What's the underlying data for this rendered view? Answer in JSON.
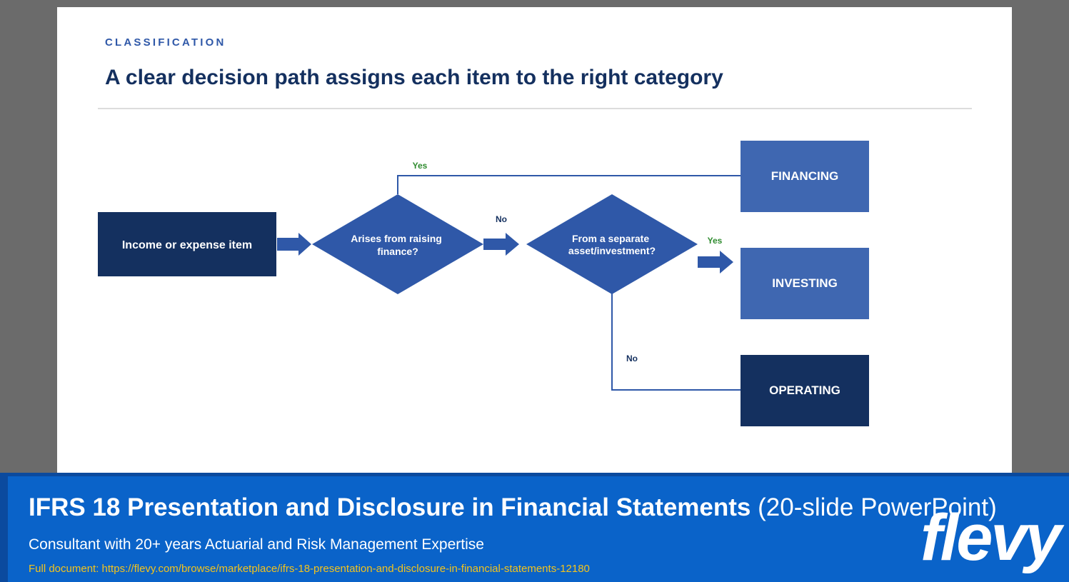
{
  "slide": {
    "eyebrow": "CLASSIFICATION",
    "title": "A clear decision path assigns each item to the right category"
  },
  "flow": {
    "start": "Income or expense item",
    "decision1": [
      "Arises from raising",
      "finance?"
    ],
    "decision2": [
      "From a separate",
      "asset/investment?"
    ],
    "labels": {
      "yes1": "Yes",
      "no1": "No",
      "yes2": "Yes",
      "no2": "No"
    },
    "outcomes": {
      "financing": "FINANCING",
      "investing": "INVESTING",
      "operating": "OPERATING"
    }
  },
  "colors": {
    "navy": "#14305f",
    "blue": "#2f58a8",
    "outcome_blue": "#3f67b1",
    "yes_green": "#2e8b2e"
  },
  "banner": {
    "title_bold": "IFRS 18 Presentation and Disclosure in Financial Statements",
    "title_light": "(20-slide PowerPoint)",
    "subtitle": "Consultant with 20+ years Actuarial and Risk Management Expertise",
    "link": "Full document: https://flevy.com/browse/marketplace/ifrs-18-presentation-and-disclosure-in-financial-statements-12180",
    "logo": "flevy"
  }
}
